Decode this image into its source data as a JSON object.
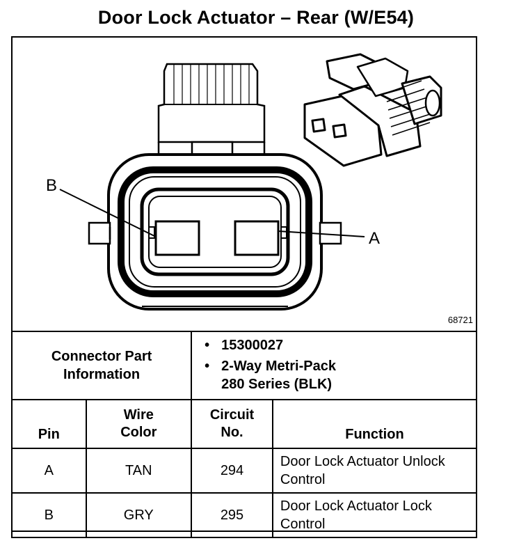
{
  "title": "Door Lock Actuator – Rear (W/E54)",
  "figure_number": "68721",
  "callouts": {
    "pin_b": "B",
    "pin_a": "A"
  },
  "connector_info": {
    "label": "Connector Part Information",
    "values": [
      "15300027",
      "2-Way Metri-Pack 280 Series (BLK)"
    ]
  },
  "table": {
    "headers": {
      "pin": "Pin",
      "wire_color": "Wire Color",
      "circuit": "Circuit No.",
      "function": "Function"
    },
    "rows": [
      {
        "pin": "A",
        "wire_color": "TAN",
        "circuit": "294",
        "function": "Door Lock Actuator Unlock Control"
      },
      {
        "pin": "B",
        "wire_color": "GRY",
        "circuit": "295",
        "function": "Door Lock Actuator Lock Control"
      }
    ]
  }
}
